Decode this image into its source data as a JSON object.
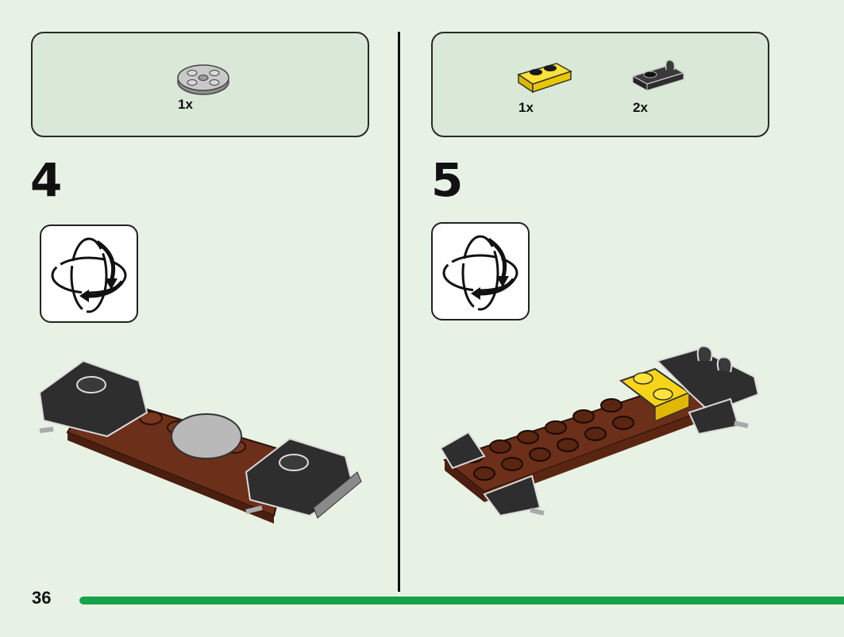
{
  "page": {
    "number": "36",
    "progress_color": "#16a34a",
    "background": "#e7f2e5"
  },
  "steps": [
    {
      "number": "4",
      "parts": [
        {
          "icon": "round-plate-gray-icon",
          "quantity": "1x",
          "color": "#a9a9a9"
        }
      ],
      "rotate_icon": "rotate-model-icon"
    },
    {
      "number": "5",
      "parts": [
        {
          "icon": "plate-1x2-yellow-icon",
          "quantity": "1x",
          "color": "#f5d90a"
        },
        {
          "icon": "plate-clip-dark-gray-icon",
          "quantity": "2x",
          "color": "#3a3a3a"
        }
      ],
      "rotate_icon": "rotate-model-icon"
    }
  ]
}
